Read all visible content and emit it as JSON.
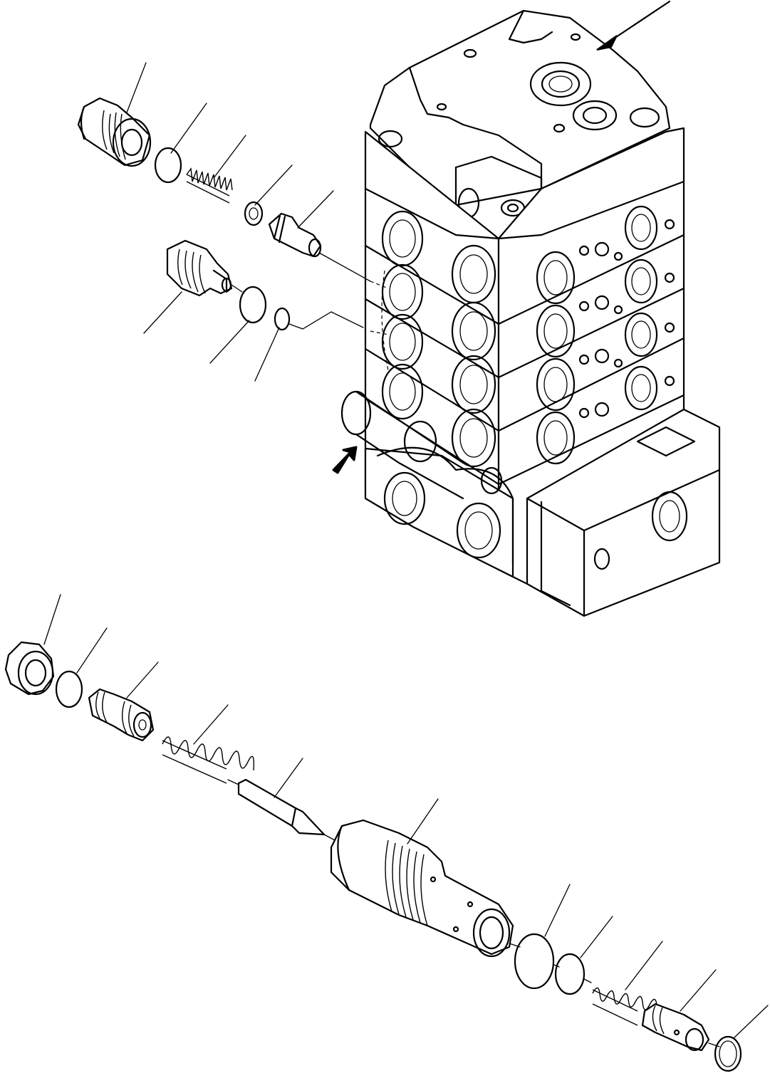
{
  "figure": {
    "leader_count": 17,
    "parts_top": [
      "plug",
      "o-ring",
      "spring",
      "seat",
      "poppet",
      "plug",
      "o-ring",
      "backup-ring"
    ],
    "parts_bottom": [
      "nut",
      "o-ring",
      "adjust-screw",
      "spring",
      "needle",
      "sleeve",
      "o-ring",
      "o-ring",
      "spring",
      "piston",
      "snap-ring"
    ],
    "colors": {
      "line": "#000000",
      "background": "#ffffff"
    }
  }
}
